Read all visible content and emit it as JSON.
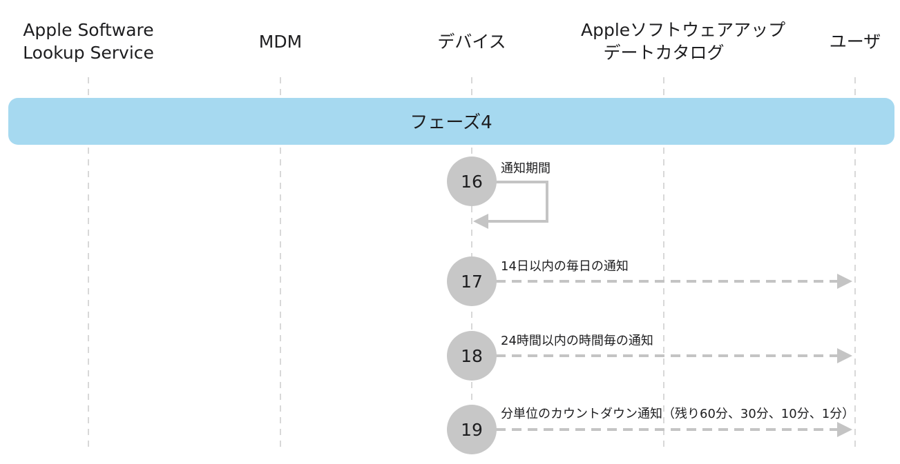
{
  "lanes": [
    {
      "id": "asls",
      "lines": [
        "Apple Software",
        "Lookup Service"
      ]
    },
    {
      "id": "mdm",
      "lines": [
        "MDM"
      ]
    },
    {
      "id": "device",
      "lines": [
        "デバイス"
      ]
    },
    {
      "id": "catalog",
      "lines": [
        "Appleソフトウェアアップ",
        "デートカタログ"
      ]
    },
    {
      "id": "user",
      "lines": [
        "ユーザ"
      ]
    }
  ],
  "phase": {
    "label": "フェーズ4",
    "color": "#a6d9f0"
  },
  "steps": [
    {
      "number": "16",
      "label": "通知期間",
      "type": "self-loop",
      "from": "device",
      "to": "device"
    },
    {
      "number": "17",
      "label": "14日以内の毎日の通知",
      "type": "dashed-arrow",
      "from": "device",
      "to": "user"
    },
    {
      "number": "18",
      "label": "24時間以内の時間毎の通知",
      "type": "dashed-arrow",
      "from": "device",
      "to": "user"
    },
    {
      "number": "19",
      "label": "分単位のカウントダウン通知（残り60分、30分、10分、1分）",
      "type": "dashed-arrow",
      "from": "device",
      "to": "user"
    }
  ],
  "colors": {
    "lane_line": "#bdbdbd",
    "circle": "#c7c7c7",
    "arrow": "#c4c4c4",
    "text": "#1d1d1f"
  }
}
